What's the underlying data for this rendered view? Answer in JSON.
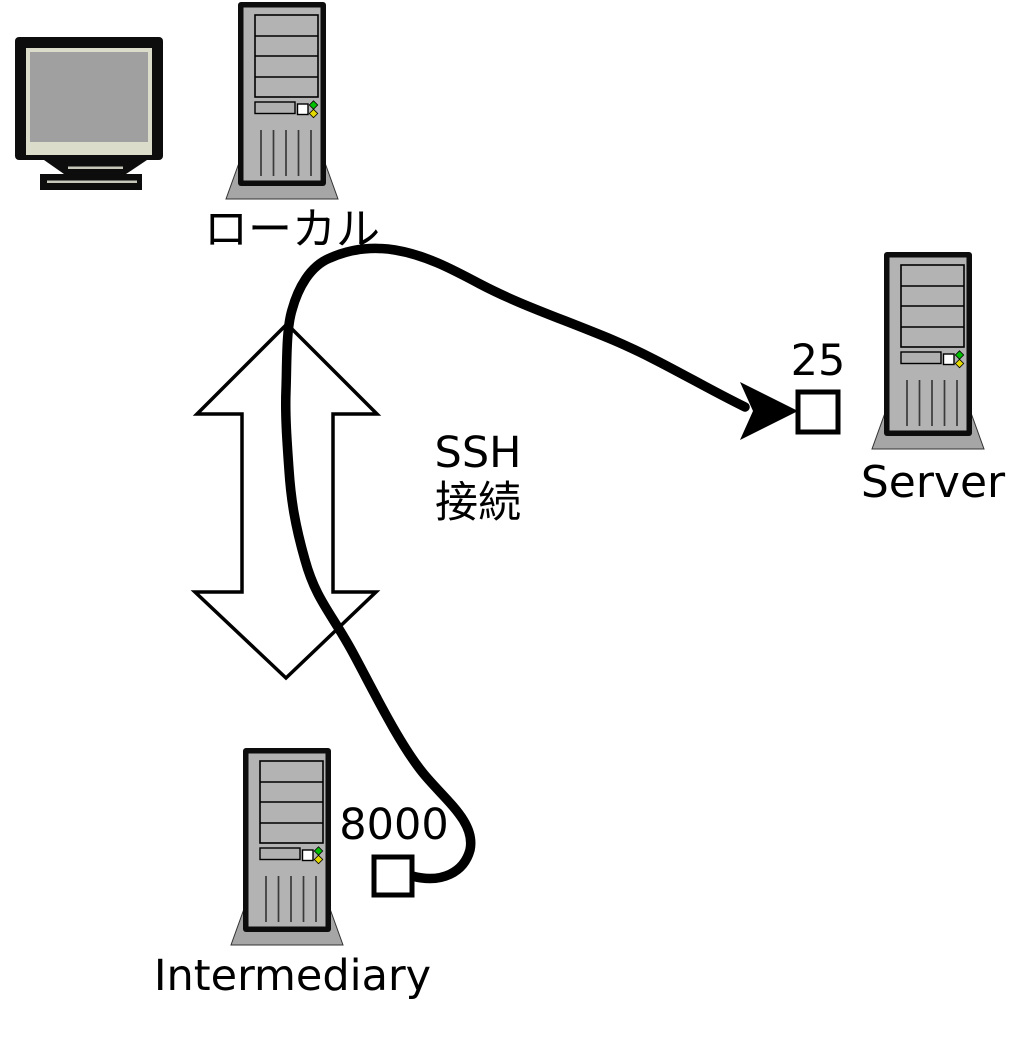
{
  "diagram": {
    "nodes": {
      "local": {
        "label": "ローカル"
      },
      "server": {
        "label": "Server",
        "port": "25"
      },
      "intermediary": {
        "label": "Intermediary",
        "port": "8000"
      }
    },
    "tunnel": {
      "line1": "SSH",
      "line2": "接続"
    },
    "icons": {
      "monitor": "crt-monitor-icon",
      "local_tower": "computer-tower-icon",
      "server_tower": "computer-tower-icon",
      "intermediary_tower": "computer-tower-icon",
      "tunnel_arrow": "double-headed-arrow-icon",
      "connection": "curved-arrow-icon",
      "led_top": "green-led-diamond-icon",
      "led_bottom": "yellow-led-diamond-icon"
    },
    "colors": {
      "background": "#ffffff",
      "line": "#000000",
      "tower_body": "#b3b3b3",
      "pedestal": "#a6a6a6",
      "screen": "#a0a0a0",
      "bezel_accent": "#dcdcca",
      "led_green": "#00bf00",
      "led_yellow": "#e3d800",
      "port_box_fill": "#ffffff"
    }
  }
}
